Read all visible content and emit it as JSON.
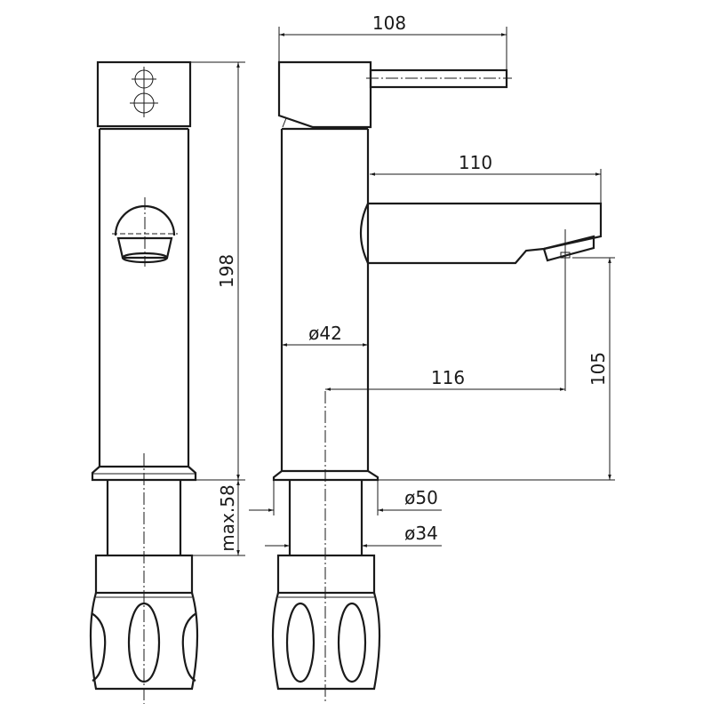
{
  "drawing": {
    "subject": "Basin mixer tap technical drawing",
    "views": [
      "front-view",
      "side-view"
    ],
    "stroke_color": "#1a1a1a",
    "background": "#ffffff"
  },
  "dimensions": {
    "total_height": "198",
    "lever_length": "108",
    "spout_length": "110",
    "body_diameter": "ø42",
    "outlet_to_center": "116",
    "outlet_height": "105",
    "max_deck_thickness": "max.58",
    "base_diameter": "ø50",
    "shank_diameter": "ø34"
  }
}
